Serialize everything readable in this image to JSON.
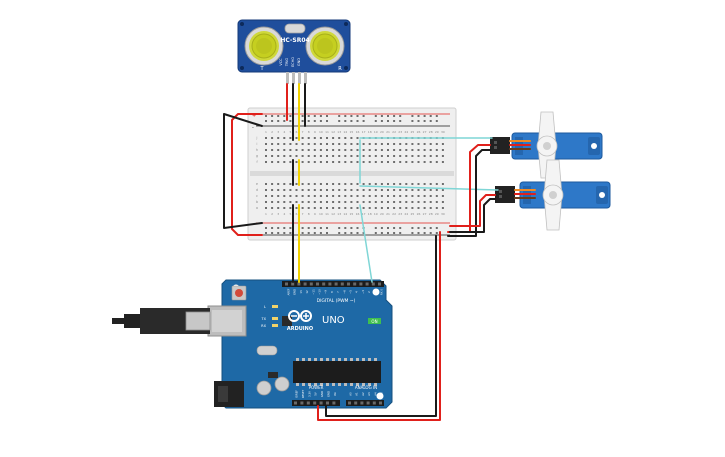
{
  "sensor": {
    "label": "HC-SR04",
    "pin_labels": [
      "VCC",
      "TRIG",
      "ECHO",
      "GND"
    ],
    "side_mark_left": "T",
    "side_mark_right": "R"
  },
  "breadboard": {
    "column_numbers": [
      "1",
      "2",
      "3",
      "4",
      "5",
      "6",
      "7",
      "8",
      "9",
      "10",
      "11",
      "12",
      "13",
      "14",
      "15",
      "16",
      "17",
      "18",
      "19",
      "20",
      "21",
      "22",
      "23",
      "24",
      "25",
      "26",
      "27",
      "28",
      "29",
      "30"
    ],
    "row_letters_top": [
      "j",
      "i",
      "h",
      "g",
      "f"
    ],
    "row_letters_bottom": [
      "e",
      "d",
      "c",
      "b",
      "a"
    ],
    "rail_plus": "+",
    "rail_minus": "-"
  },
  "arduino": {
    "brand": "ARDUINO",
    "model": "UNO",
    "on_label": "ON",
    "digital_label": "DIGITAL (PWM ~)",
    "power_label": "POWER",
    "analog_label": "ANALOG IN",
    "tx_label": "TX",
    "rx_label": "RX",
    "l_label": "L",
    "digital_pins": [
      "AREF",
      "GND",
      "13",
      "12",
      "~11",
      "~10",
      "~9",
      "8",
      "7",
      "~6",
      "~5",
      "4",
      "~3",
      "2",
      "TX 1",
      "RX 0"
    ],
    "power_pins": [
      "IOREF",
      "RESET",
      "3.3V",
      "5V",
      "GND",
      "GND",
      "Vin"
    ],
    "analog_pins": [
      "A0",
      "A1",
      "A2",
      "A3",
      "A4",
      "A5"
    ]
  },
  "colors": {
    "wire_red": "#e0201b",
    "wire_black": "#1a1a1a",
    "wire_yellow": "#f2d200",
    "wire_cyan": "#7fd6d6",
    "wire_orange": "#f08a24",
    "wire_brown": "#6b3b1a",
    "board_blue": "#1e69a6",
    "servo_blue": "#2e78c8"
  }
}
